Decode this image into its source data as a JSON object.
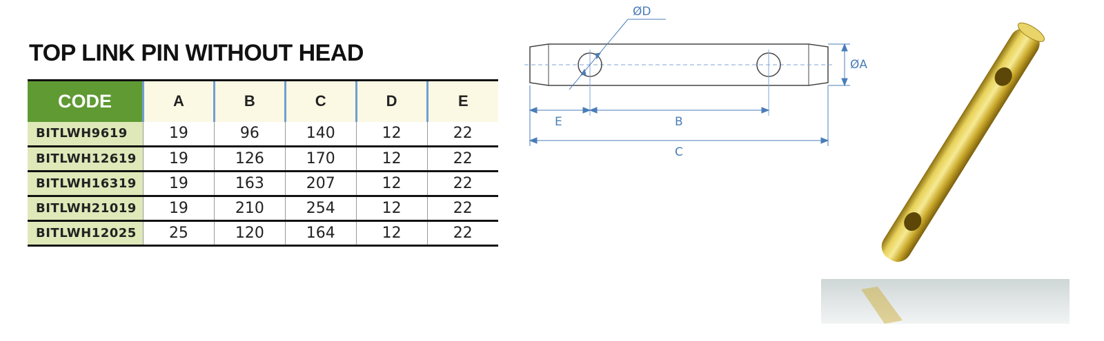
{
  "title": "TOP LINK PIN WITHOUT HEAD",
  "table": {
    "headers": [
      "CODE",
      "A",
      "B",
      "C",
      "D",
      "E"
    ],
    "rows": [
      [
        "BITLWH9619",
        "19",
        "96",
        "140",
        "12",
        "22"
      ],
      [
        "BITLWH12619",
        "19",
        "126",
        "170",
        "12",
        "22"
      ],
      [
        "BITLWH16319",
        "19",
        "163",
        "207",
        "12",
        "22"
      ],
      [
        "BITLWH21019",
        "19",
        "210",
        "254",
        "12",
        "22"
      ],
      [
        "BITLWH12025",
        "25",
        "120",
        "164",
        "12",
        "22"
      ]
    ]
  },
  "drawing": {
    "labels": {
      "diameter_d": "ØD",
      "diameter_a": "ØA",
      "dim_e": "E",
      "dim_b": "B",
      "dim_c": "C"
    }
  },
  "colors": {
    "code_header": "#5f9a33",
    "code_cells": "#dfe8b8",
    "header_bg": "#fbf8e4",
    "dimension_lines": "#4a7db8",
    "pin_gold": "#d4b53a"
  }
}
